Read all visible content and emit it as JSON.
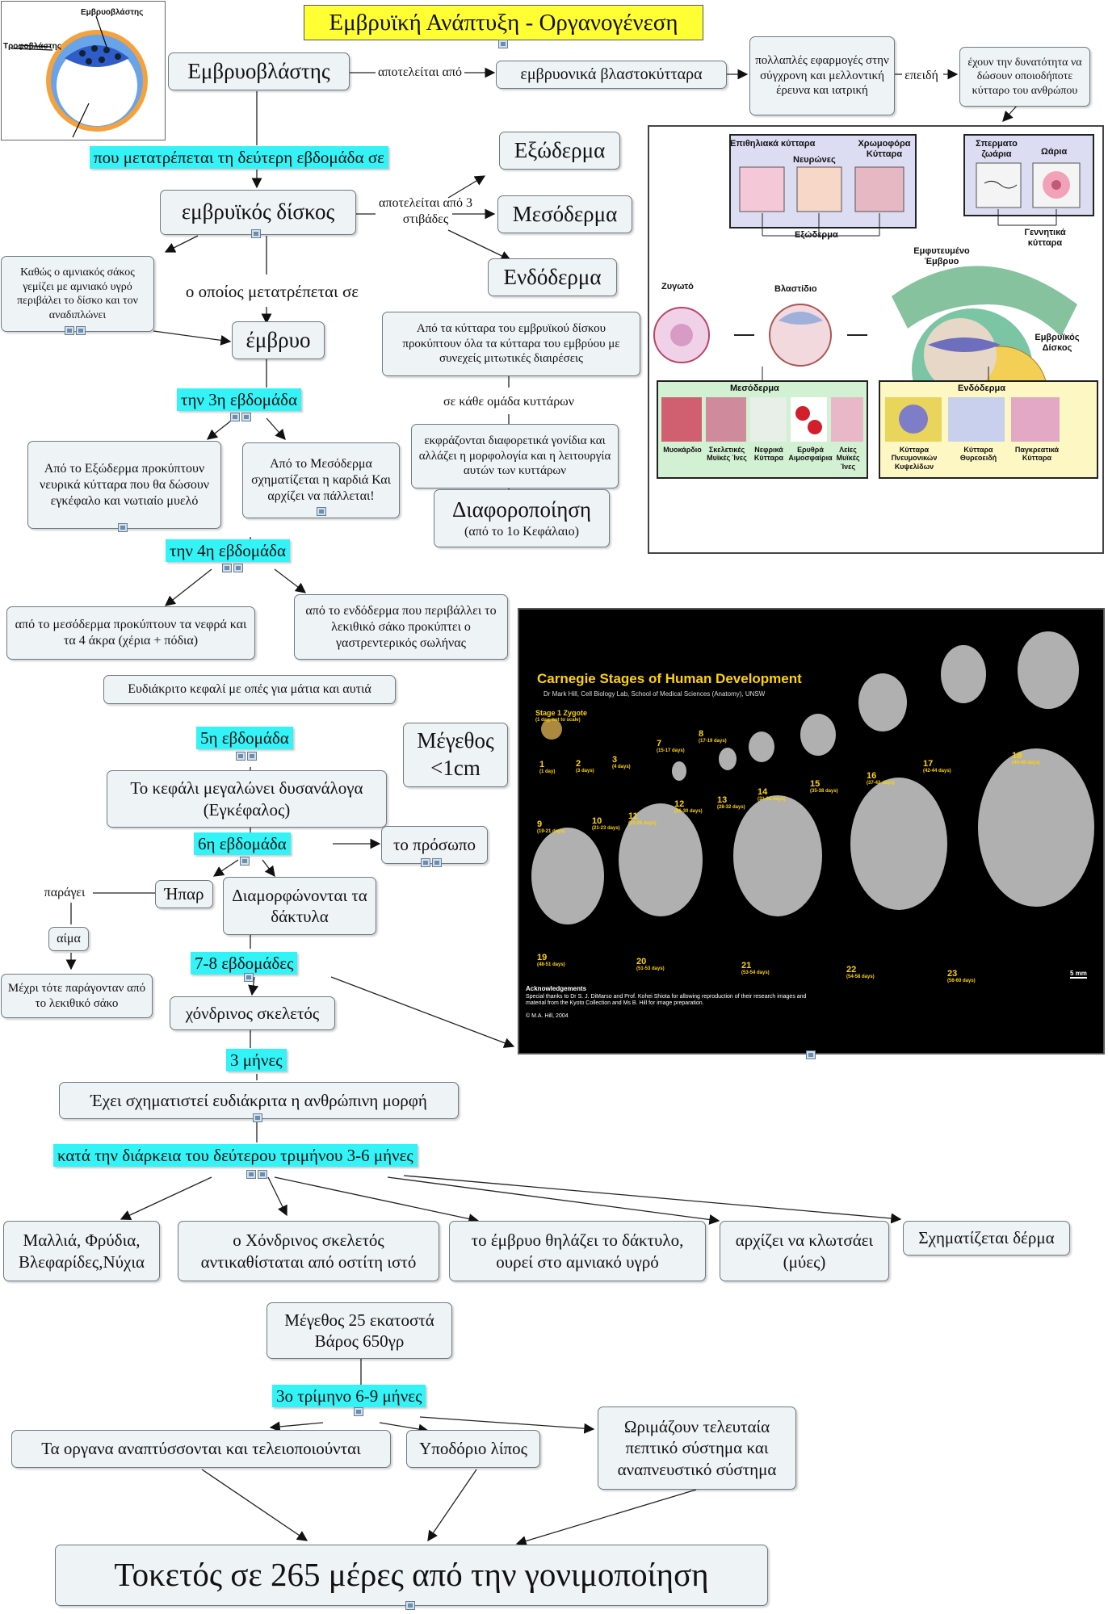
{
  "title": "Εμβρυϊκή Ανάπτυξη - Οργανογένεση",
  "blastocyst_image": {
    "label_embryoblast": "Εμβρυοβλάστης",
    "label_trophoblast": "Τροφοβλάστης"
  },
  "nodes": {
    "embryoblast": "Εμβρυοβλάστης",
    "consists_of": "αποτελείται από",
    "stem_cells": "εμβρυονικά βλαστοκύτταρα",
    "applications": "πολλαπλές εφαρμογές στην σύγχρονη και μελλοντική έρευνα και ιατρική",
    "because": "επειδή",
    "ability": "έχουν την δυνατότητα να δώσουν οποιοδήποτε κύτταρο του ανθρώπου",
    "becomes_week2": "που μετατρέπεται τη δεύτερη εβδομάδα σε",
    "embryonic_disc": "εμβρυϊκός δίσκος",
    "three_layers": "αποτελείται από 3 στιβάδες",
    "ectoderm": "Εξώδερμα",
    "mesoderm": "Μεσόδερμα",
    "endoderm": "Ενδόδερμα",
    "amniotic": "Καθώς ο αμνιακός σάκος γεμίζει με αμνιακό υγρό περιβάλει το δίσκο και τον αναδιπλώνει",
    "which_becomes": "ο οποίος μετατρέπεται σε",
    "embryo": "έμβρυο",
    "all_cells": "Από τα κύτταρα του εμβρυϊκού δίσκου προκύπτουν όλα τα κύτταρα του εμβρύου με συνεχείς μιτωτικές διαιρέσεις",
    "each_group": "σε κάθε ομάδα κυττάρων",
    "genes_expressed": "εκφράζονται διαφορετικά γονίδια και αλλάζει η μορφολογία και η λειτουργία αυτών των κυττάρων",
    "differentiation": "Διαφοροποίηση",
    "chapter": "(από το 1ο Κεφάλαιο)",
    "week3": "την 3η εβδομάδα",
    "ecto_nerve": "Από το Εξώδερμα προκύπτουν νευρικά κύτταρα που θα δώσουν εγκέφαλο και νωτιαίο μυελό",
    "meso_heart": "Από το Μεσόδερμα σχηματίζεται η καρδιά Και αρχίζει να πάλλεται!",
    "week4": "την 4η εβδομάδα",
    "kidneys": "από το μεσόδερμα προκύπτουν τα νεφρά και τα 4 άκρα (χέρια + πόδια)",
    "gut": "από το ενδόδερμα που περιβάλλει το λεκιθικό σάκο προκύπτει ο γαστρεντερικός σωλήνας",
    "head": "Ευδιάκριτο κεφαλί με οπές για μάτια και αυτιά",
    "week5": "5η εβδομάδα",
    "size": "Μέγεθος <1cm",
    "head_grows": "Το κεφάλι μεγαλώνει δυσανάλογα (Εγκέφαλος)",
    "week6": "6η εβδομάδα",
    "face": "το πρόσωπο",
    "produces": "παράγει",
    "liver": "Ήπαρ",
    "fingers": "Διαμορφώνονται τα δάκτυλα",
    "blood": "αίμα",
    "yolk": "Μέχρι τότε παράγονταν από το λεκιθικό σάκο",
    "week78": "7-8 εβδομάδες",
    "cartilage": "χόνδρινος σκελετός",
    "month3": "3 μήνες",
    "human_form": "Έχει σχηματιστεί ευδιάκριτα η ανθρώπινη μορφή",
    "trimester2": "κατά την διάρκεια του δεύτερου τριμήνου 3-6 μήνες",
    "hair": "Μαλλιά, Φρύδια, Βλεφαρίδες,Νύχια",
    "bone": "ο Χόνδρινος σκελετός αντικαθίσταται από οστίτη ιστό",
    "thumb": "το έμβρυο θηλάζει το δάκτυλο, ουρεί στο αμνιακό υγρό",
    "kick": "αρχίζει να κλωτσάει (μύες)",
    "skin": "Σχηματίζεται δέρμα",
    "size25": "Μέγεθος 25 εκατοστά Βάρος 650γρ",
    "trimester3": "3ο τρίμηνο  6-9 μήνες",
    "organs": "Τα οργανα αναπτύσσονται και τελειοποιούνται",
    "fat": "Υποδόριο λίπος",
    "mature": "Ωριμάζουν τελευταία πεπτικό σύστημα και αναπνευστικό σύστημα",
    "birth": "Τοκετός σε 265 μέρες από την γονιμοποίηση"
  },
  "germ_panel": {
    "top_left": [
      "Επιθηλιακά κύτταρα",
      "Νευρώνες",
      "Χρωμοφόρα Κύτταρα"
    ],
    "ectoderm": "Εξώδερμα",
    "top_right": [
      "Σπερματο ζωάρια",
      "Ωάρια"
    ],
    "germ_cells": "Γεννητικά κύτταρα",
    "implanted": "Εμφυτευμένο Έμβρυο",
    "zygote": "Ζυγωτό",
    "blastocyst": "Βλαστίδιο",
    "disc": "Εμβρυϊκός Δίσκος",
    "mesoderm": "Μεσόδερμα",
    "endoderm": "Ενδόδερμα",
    "meso_cells": [
      "Μυοκάρδιο",
      "Σκελετικές Μυϊκές Ίνες",
      "Νεφρικά Κύτταρα",
      "Ερυθρά Αιμοσφαίρια",
      "Λείες Μυϊκές Ίνες"
    ],
    "endo_cells": [
      "Κύτταρα Πνευμονικών Κυψελίδων",
      "Κύτταρα Θυρεοειδή",
      "Παγκρεατικά Κύτταρα"
    ]
  },
  "carnegie": {
    "title": "Carnegie Stages of Human Development",
    "credit": "Dr Mark Hill, Cell Biology Lab, School of Medical Sciences (Anatomy), UNSW",
    "stages": [
      {
        "n": "Stage 1 Zygote",
        "d": "(1 day, not to scale)"
      },
      {
        "n": "1",
        "d": "(1 day)"
      },
      {
        "n": "2",
        "d": "(3 days)"
      },
      {
        "n": "3",
        "d": "(4 days)"
      },
      {
        "n": "7",
        "d": "(15-17 days)"
      },
      {
        "n": "8",
        "d": "(17-19 days)"
      },
      {
        "n": "9",
        "d": "(19-21 days)"
      },
      {
        "n": "10",
        "d": "(21-23 days)"
      },
      {
        "n": "11",
        "d": "(23-26 days)"
      },
      {
        "n": "12",
        "d": "(26-30 days)"
      },
      {
        "n": "13",
        "d": "(28-32 days)"
      },
      {
        "n": "14",
        "d": "(31-35 days)"
      },
      {
        "n": "15",
        "d": "(35-38 days)"
      },
      {
        "n": "16",
        "d": "(37-42 days)"
      },
      {
        "n": "17",
        "d": "(42-44 days)"
      },
      {
        "n": "18",
        "d": "(44-48 days)"
      },
      {
        "n": "19",
        "d": "(48-51 days)"
      },
      {
        "n": "20",
        "d": "(51-53 days)"
      },
      {
        "n": "21",
        "d": "(53-54 days)"
      },
      {
        "n": "22",
        "d": "(54-58 days)"
      },
      {
        "n": "23",
        "d": "(56-60 days)"
      }
    ],
    "ack_title": "Acknowledgements",
    "ack_text": "Special thanks to Dr S. J. DiMarso and Prof. Kohei Shiota for allowing reproduction of their research images and material from the Kyoto Collection and Ms B. Hill for image preparation.",
    "copyright": "© M.A. Hill, 2004",
    "scale": "5 mm"
  }
}
